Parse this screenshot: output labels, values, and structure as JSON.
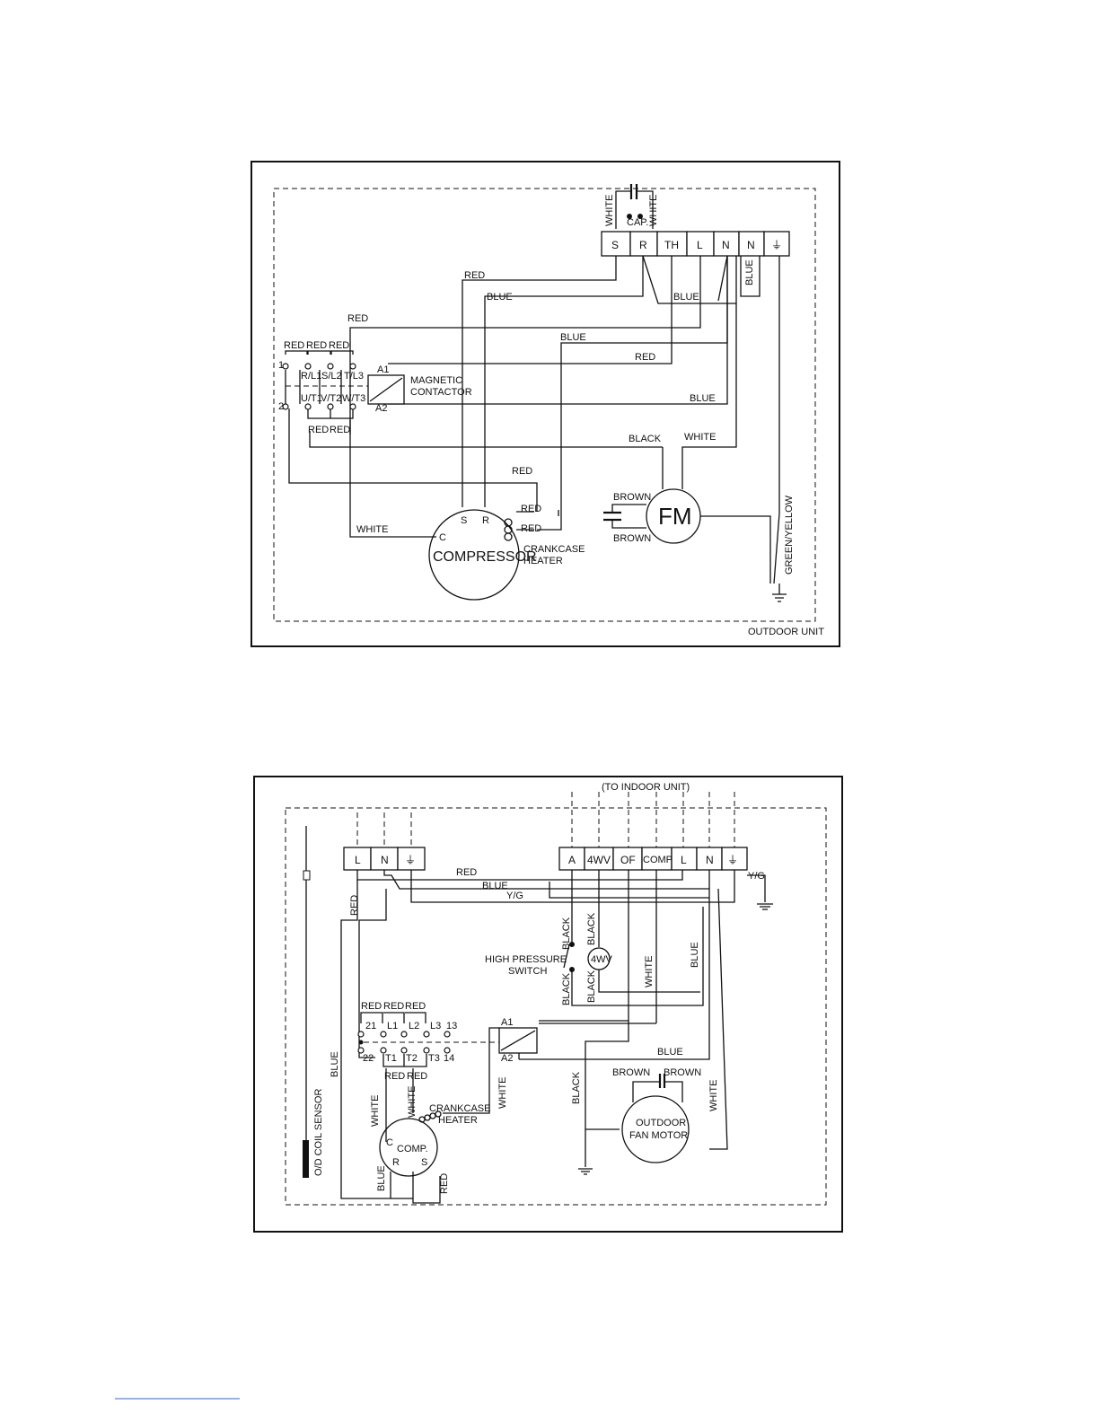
{
  "diagram1": {
    "terminals": [
      "S",
      "R",
      "TH",
      "L",
      "N",
      "N",
      "⏚"
    ],
    "capacitor_label": "CAP.",
    "cap_wire_left": "WHITE",
    "cap_wire_right": "WHITE",
    "relay_labels": {
      "red_top": [
        "RED",
        "RED",
        "RED"
      ],
      "top_terminals": [
        "R/L1",
        "S/L2",
        "T/L3"
      ],
      "bottom_terminals": [
        "U/T1",
        "V/T2",
        "W/T3"
      ],
      "red_bottom": [
        "RED",
        "RED"
      ],
      "node1": "1",
      "node2": "2"
    },
    "contactor": {
      "a1": "A1",
      "a2": "A2",
      "label_line1": "MAGNETIC",
      "label_line2": "CONTACTOR"
    },
    "wire_labels": {
      "red1": "RED",
      "blue1": "BLUE",
      "red2": "RED",
      "blue2": "BLUE",
      "blue3": "BLUE",
      "red3": "RED",
      "blue4": "BLUE",
      "blue5": "BLUE",
      "black": "BLACK",
      "white1": "WHITE",
      "red4": "RED",
      "red5": "RED",
      "red6": "RED",
      "white2": "WHITE",
      "brown1": "BROWN",
      "brown2": "BROWN",
      "green_yellow": "GREEN/YELLOW"
    },
    "compressor": {
      "label": "COMPRESSOR",
      "s": "S",
      "r": "R",
      "c": "C"
    },
    "crankcase_line1": "CRANKCASE",
    "crankcase_line2": "HEATER",
    "fan_motor": "FM",
    "unit_label": "OUTDOOR UNIT"
  },
  "diagram2": {
    "to_indoor": "(TO INDOOR UNIT)",
    "left_terminals": [
      "L",
      "N",
      "⏚"
    ],
    "right_terminals": [
      "A",
      "4WV",
      "OF",
      "COMP",
      "L",
      "N",
      "⏚"
    ],
    "wire_labels": {
      "red_top": "RED",
      "blue_top": "BLUE",
      "yg_top": "Y/G",
      "yg_right": "Y/G",
      "red_left": "RED",
      "black1": "BLACK",
      "black2": "BLACK",
      "black3": "BLACK",
      "black4": "BLACK",
      "white1": "WHITE",
      "blue_right": "BLUE",
      "blue_mid": "BLUE",
      "blue_left": "BLUE",
      "black5": "BLACK",
      "white_right": "WHITE",
      "white_comp1": "WHITE",
      "white_comp2": "WHITE",
      "white_heater": "WHITE",
      "blue_comp": "BLUE",
      "red_comp": "RED",
      "brown1": "BROWN",
      "brown2": "BROWN"
    },
    "hp_switch_line1": "HIGH PRESSURE",
    "hp_switch_line2": "SWITCH",
    "fourwv": "4WV",
    "contactor_top_red": [
      "RED",
      "RED",
      "RED"
    ],
    "contactor_top_terminals": [
      "21",
      "L1",
      "L2",
      "L3",
      "13"
    ],
    "contactor_bottom_terminals": [
      "22",
      "T1",
      "T2",
      "T3",
      "14"
    ],
    "contactor_bottom_red": [
      "RED",
      "RED"
    ],
    "coil_a1": "A1",
    "coil_a2": "A2",
    "crankcase_line1": "CRANKCASE",
    "crankcase_line2": "HEATER",
    "compressor": {
      "label": "COMP.",
      "c": "C",
      "r": "R",
      "s": "S"
    },
    "fan_motor_line1": "OUTDOOR",
    "fan_motor_line2": "FAN MOTOR",
    "sensor": "O/D COIL SENSOR"
  }
}
